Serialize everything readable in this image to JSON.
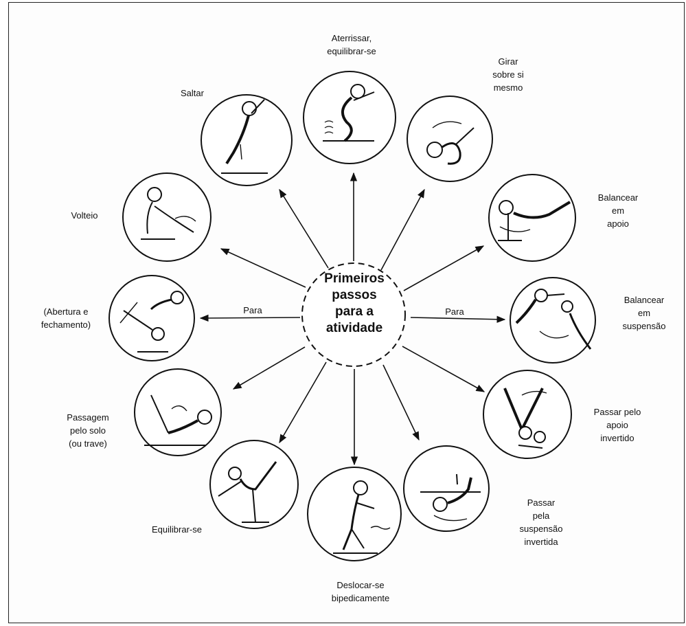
{
  "center": {
    "lines": [
      "Primeiros",
      "passos",
      "para a",
      "atividade"
    ]
  },
  "arrow_labels": {
    "left": "Para",
    "right": "Para"
  },
  "labels": {
    "aterrissar": [
      "Aterrissar,",
      "equilibrar-se"
    ],
    "girar": [
      "Girar",
      "sobre si",
      "mesmo"
    ],
    "balancear_apoio": [
      "Balancear",
      "em",
      "apoio"
    ],
    "balancear_suspensao": [
      "Balancear",
      "em",
      "suspensão"
    ],
    "passar_apoio": [
      "Passar pelo",
      "apoio",
      "invertido"
    ],
    "passar_suspensao": [
      "Passar",
      "pela",
      "suspensão",
      "invertida"
    ],
    "deslocar": [
      "Deslocar-se",
      "bipedicamente"
    ],
    "equilibrar": [
      "Equilibrar-se"
    ],
    "passagem": [
      "Passagem",
      "pelo solo",
      "(ou trave)"
    ],
    "abertura": [
      "(Abertura e",
      "fechamento)"
    ],
    "volteio": [
      "Volteio"
    ],
    "saltar": [
      "Saltar"
    ]
  }
}
